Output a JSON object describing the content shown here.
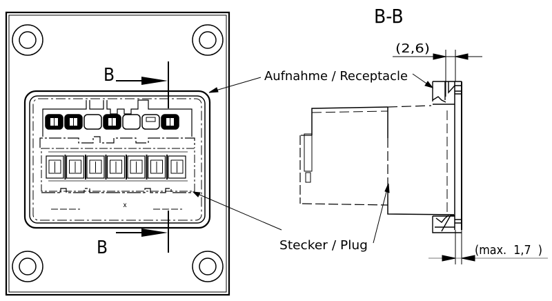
{
  "drawing": {
    "front_view": {
      "section_marker_top": "B",
      "section_marker_bottom": "B",
      "center_mark": "x",
      "cavities_top_row": 7,
      "cavities_bottom_row": 7
    },
    "section_view": {
      "title": "B-B",
      "dimension_top": "(2,6)",
      "dimension_bottom": "(max.  1,7  )"
    },
    "callouts": {
      "receptacle": "Aufnahme / Receptacle",
      "plug": "Stecker / Plug"
    },
    "colors": {
      "line": "#000000",
      "background": "#ffffff"
    }
  }
}
